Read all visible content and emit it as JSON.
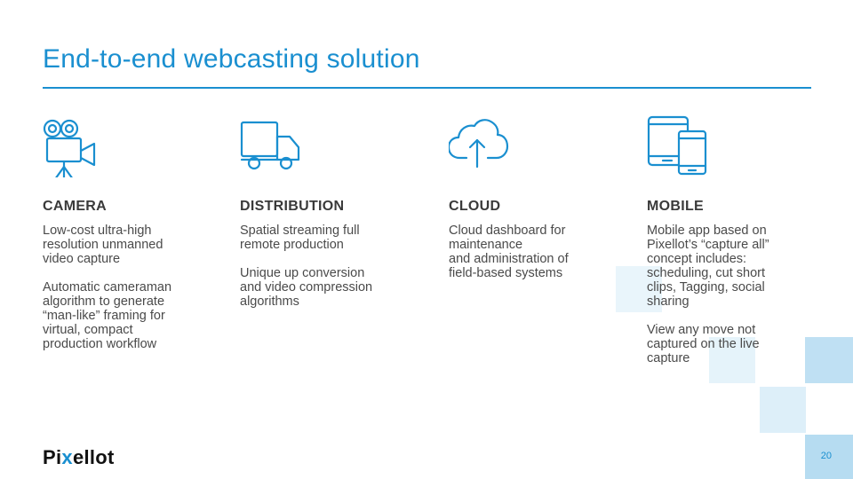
{
  "slide": {
    "title": "End-to-end webcasting solution",
    "page_number": "20",
    "accent_color": "#1a8fd0"
  },
  "logo": {
    "pre": "Pi",
    "x": "x",
    "post": "ellot",
    "icon": "pixellot-logo"
  },
  "columns": [
    {
      "icon": "video-camera-icon",
      "heading": "CAMERA",
      "paragraphs": [
        "Low-cost ultra-high\nresolution unmanned\nvideo capture",
        "Automatic cameraman\nalgorithm to generate\n“man-like” framing for\nvirtual, compact\nproduction workflow"
      ]
    },
    {
      "icon": "truck-icon",
      "heading": "DISTRIBUTION",
      "paragraphs": [
        "Spatial streaming full\nremote production",
        "Unique up conversion\nand video compression\nalgorithms"
      ]
    },
    {
      "icon": "cloud-upload-icon",
      "heading": "CLOUD",
      "paragraphs": [
        "Cloud dashboard for\nmaintenance\nand administration of\nfield-based systems"
      ]
    },
    {
      "icon": "tablet-phone-icon",
      "heading": "MOBILE",
      "paragraphs": [
        "Mobile app based on\nPixellot’s “capture all”\nconcept includes:\nscheduling, cut short\nclips, Tagging, social\nsharing",
        "View any move not\ncaptured on the live\ncapture"
      ]
    }
  ]
}
